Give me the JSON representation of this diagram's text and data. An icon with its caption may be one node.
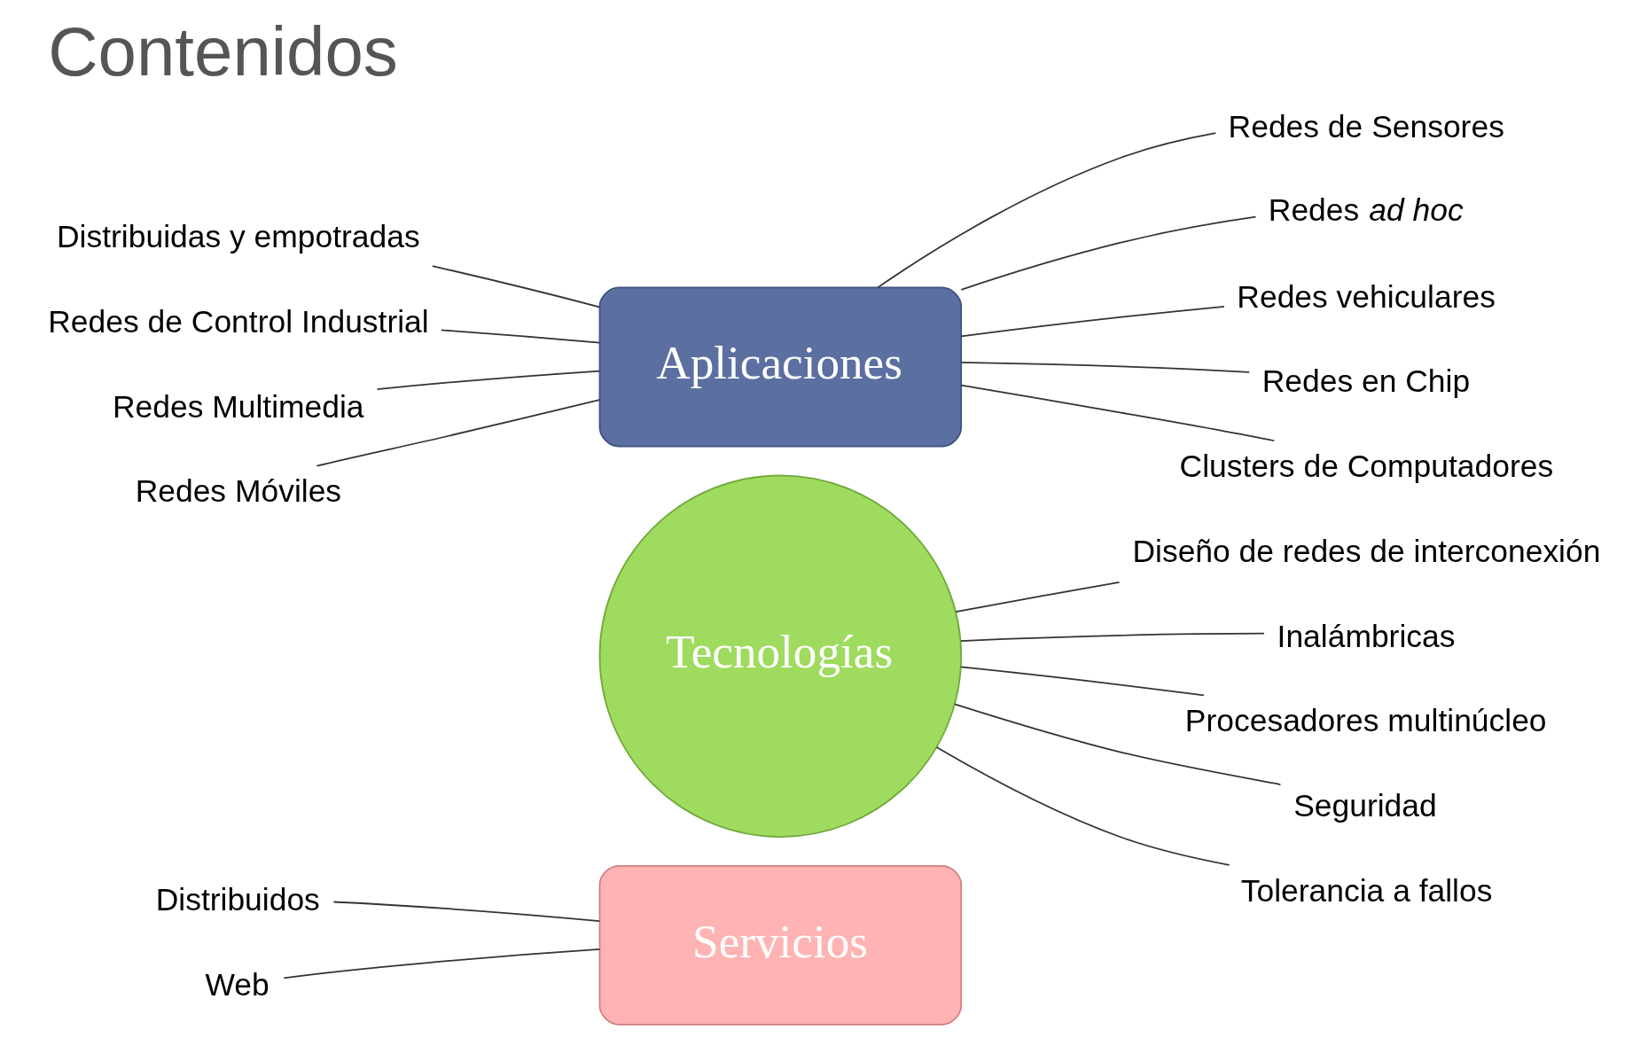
{
  "diagram": {
    "title": "Contenidos",
    "nodes": [
      {
        "text": [
          "Aplicaciones"
        ]
      },
      {
        "text": [
          "Tecnologías"
        ]
      },
      {
        "text": [
          "Servicios"
        ]
      },
      {
        "text": [
          "Redes de Sensores"
        ]
      },
      {
        "text": [
          "Redes *ad hoc*"
        ]
      },
      {
        "text": [
          "Redes vehiculares"
        ]
      },
      {
        "text": [
          "Redes en Chip"
        ]
      },
      {
        "text": [
          "Clusters de Computadores"
        ]
      },
      {
        "text": [
          "Distribuidas y empotradas"
        ]
      },
      {
        "text": [
          "Redes de Control Industrial"
        ]
      },
      {
        "text": [
          "Redes Multimedia"
        ]
      },
      {
        "text": [
          "Redes Móviles"
        ]
      },
      {
        "text": [
          "Diseño de redes de interconexión"
        ]
      },
      {
        "text": [
          "Inalámbricas"
        ]
      },
      {
        "text": [
          "Procesadores multinúcleo"
        ]
      },
      {
        "text": [
          "Seguridad"
        ]
      },
      {
        "text": [
          "Tolerancia a fallos"
        ]
      },
      {
        "text": [
          "Distribuidos"
        ]
      },
      {
        "text": [
          "Web"
        ]
      }
    ],
    "edges": [
      {
        "from": 3,
        "to": 0,
        "arrow": "none"
      },
      {
        "from": 4,
        "to": 0,
        "arrow": "none"
      },
      {
        "from": 5,
        "to": 0,
        "arrow": "none"
      },
      {
        "from": 6,
        "to": 0,
        "arrow": "none"
      },
      {
        "from": 7,
        "to": 0,
        "arrow": "none"
      },
      {
        "from": 8,
        "to": 0,
        "arrow": "none"
      },
      {
        "from": 9,
        "to": 0,
        "arrow": "none"
      },
      {
        "from": 10,
        "to": 0,
        "arrow": "none"
      },
      {
        "from": 11,
        "to": 0,
        "arrow": "none"
      },
      {
        "from": 12,
        "to": 1,
        "arrow": "none"
      },
      {
        "from": 13,
        "to": 1,
        "arrow": "none"
      },
      {
        "from": 14,
        "to": 1,
        "arrow": "none"
      },
      {
        "from": 15,
        "to": 1,
        "arrow": "none"
      },
      {
        "from": 16,
        "to": 1,
        "arrow": "none"
      },
      {
        "from": 17,
        "to": 2,
        "arrow": "none"
      },
      {
        "from": 18,
        "to": 2,
        "arrow": "none"
      }
    ]
  }
}
